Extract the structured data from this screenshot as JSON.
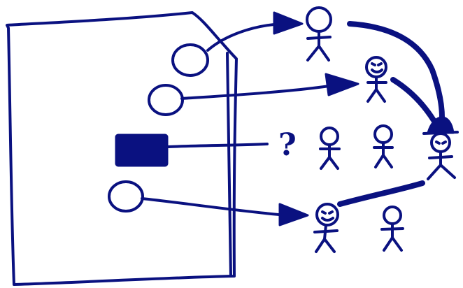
{
  "diagram": {
    "ink_color": "#0a1180",
    "background": "#ffffff",
    "question_mark": "?",
    "ports": [
      {
        "kind": "hollow-circle",
        "target": "person-top"
      },
      {
        "kind": "hollow-circle",
        "target": "person-upper-right"
      },
      {
        "kind": "filled-square",
        "target": "unknown"
      },
      {
        "kind": "hollow-circle",
        "target": "person-lower"
      }
    ],
    "people": [
      {
        "id": "person-top",
        "hat": false
      },
      {
        "id": "person-upper-right",
        "hat": false
      },
      {
        "id": "person-middle-left",
        "hat": false
      },
      {
        "id": "person-middle-right",
        "hat": false
      },
      {
        "id": "person-hub",
        "hat": true
      },
      {
        "id": "person-lower",
        "hat": false
      },
      {
        "id": "person-lower-right",
        "hat": false
      }
    ]
  }
}
